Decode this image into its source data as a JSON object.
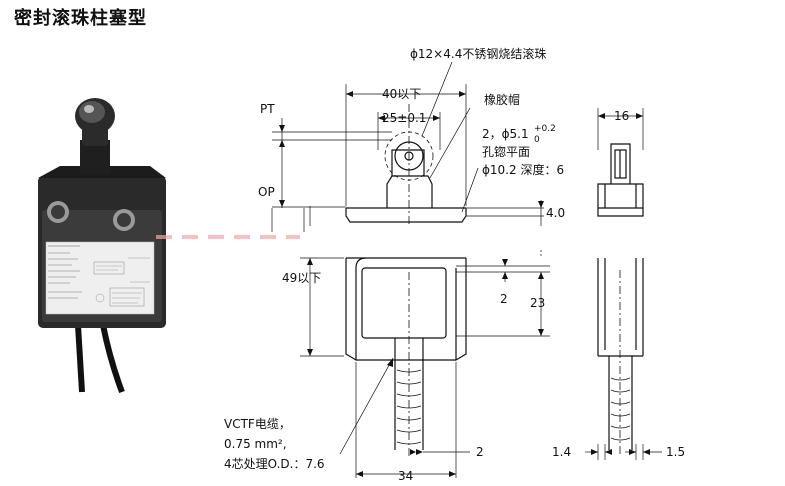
{
  "title": "密封滚珠柱塞型",
  "labels": {
    "ball": "ϕ12×4.4不锈钢烧结滚珠",
    "rubber_cap": "橡胶帽",
    "width_40": "40以下",
    "width_25": "25±0.1",
    "pt": "PT",
    "op": "OP",
    "holes_line1_a": "2，ϕ5.1",
    "holes_tol_plus": "+0.2",
    "holes_tol_minus": "0",
    "holes_line2": "孔锪平面",
    "holes_line3": "ϕ10.2 深度：6",
    "dim_16": "16",
    "dim_4_0": "4.0",
    "height_49": "49以下",
    "dim_2_top": "2",
    "dim_23": "23",
    "cable_line1": "VCTF电缆，",
    "cable_line2": "0.75 mm²,",
    "cable_line3": "4芯处理O.D.：7.6",
    "dim_2_bottom": "2",
    "dim_34": "34",
    "dim_1_4": "1.4",
    "dim_1_5": "1.5"
  }
}
